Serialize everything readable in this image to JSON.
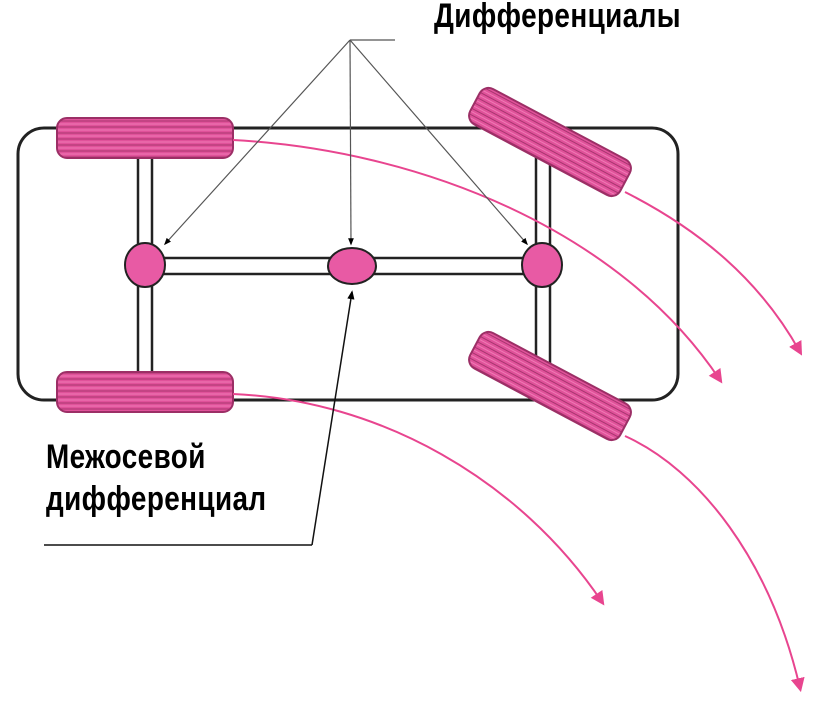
{
  "labels": {
    "differentials": "Дифференциалы",
    "center_diff_line1": "Межосевой",
    "center_diff_line2": "дифференциал"
  },
  "colors": {
    "tire": "#e0529a",
    "tire_dark": "#9c2f66",
    "differential": "#e85aa4",
    "trajectory": "#e8458f",
    "outline": "#222222"
  }
}
